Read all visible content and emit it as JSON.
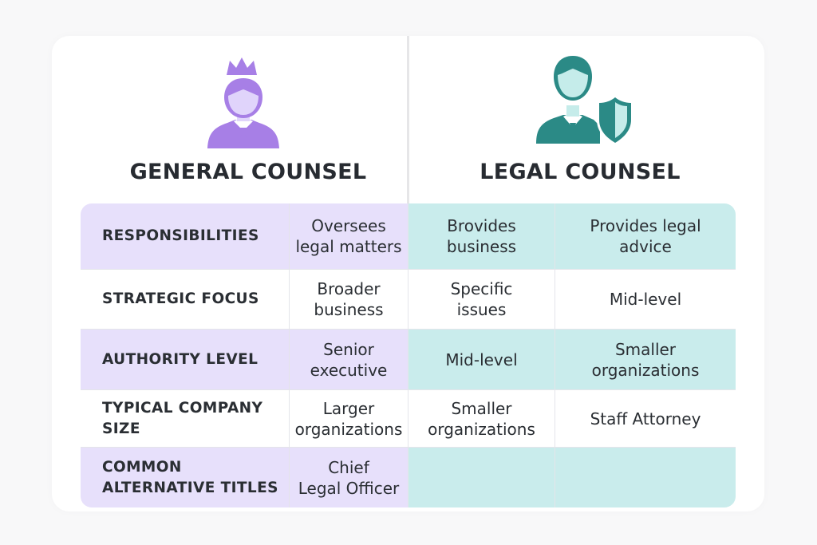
{
  "colors": {
    "page_bg": "#f8f8f9",
    "card_bg": "#ffffff",
    "purple_band": "#e7e0fb",
    "teal_band": "#c9ecec",
    "gc_icon": "#a77fe6",
    "gc_icon_face": "#e0d4fb",
    "lc_icon": "#2b8a86",
    "lc_icon_face": "#c5ecea",
    "text": "#2a2e33"
  },
  "left_panel": {
    "icon": "crowned-executive-icon",
    "title": "GENERAL COUNSEL"
  },
  "right_panel": {
    "icon": "lawyer-with-shield-icon",
    "title": "LEGAL COUNSEL"
  },
  "table": {
    "rows": [
      {
        "label": "RESPONSIBILITIES",
        "general_counsel": "Oversees\nlegal matters",
        "legal_counsel_a": "Brovides\nbusiness",
        "legal_counsel_b": "Provides legal\nadvice"
      },
      {
        "label": "STRATEGIC FOCUS",
        "general_counsel": "Broader\nbusiness",
        "legal_counsel_a": "Specific\nissues",
        "legal_counsel_b": "Mid-level"
      },
      {
        "label": "AUTHORITY LEVEL",
        "general_counsel": "Senior\nexecutive",
        "legal_counsel_a": "Mid-level",
        "legal_counsel_b": "Smaller\norganizations"
      },
      {
        "label": "TYPICAL COMPANY\nSIZE",
        "general_counsel": "Larger\norganizations",
        "legal_counsel_a": "Smaller\norganizations",
        "legal_counsel_b": "Staff Attorney"
      },
      {
        "label": "COMMON\nALTERNATIVE TITLES",
        "general_counsel": "Chief\nLegal Officer",
        "legal_counsel_a": "",
        "legal_counsel_b": ""
      }
    ]
  }
}
